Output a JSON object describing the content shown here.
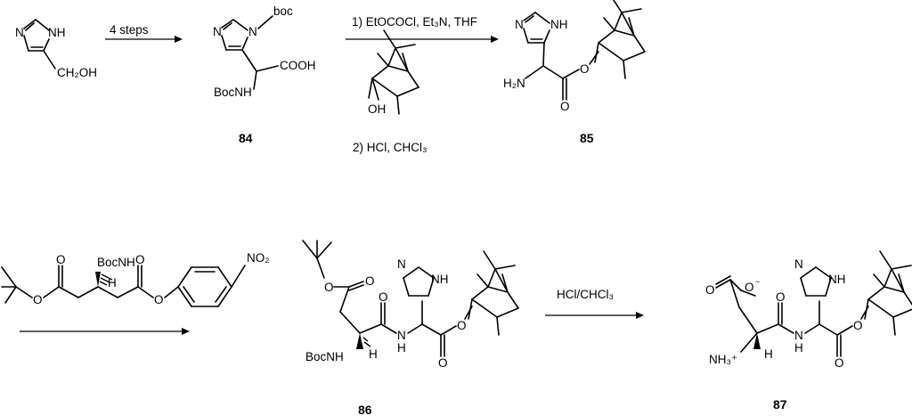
{
  "scheme": {
    "row1": {
      "start": {
        "nh": "NH",
        "n": "N",
        "oh": "CH₂OH"
      },
      "arrow1": {
        "label": "4 steps"
      },
      "compound84": {
        "label": "84",
        "n": "N",
        "n_boc": "N",
        "boc": "boc",
        "cooh": "COOH",
        "bocnh": "BocNH"
      },
      "arrow2": {
        "condition1": "1) EtOCOCl, Et₃N, THF",
        "reagent_oh": "OH",
        "condition2": "2) HCl, CHCl₃"
      },
      "compound85": {
        "label": "85",
        "n": "N",
        "nh": "NH",
        "h2n": "H₂N",
        "o_ester": "O",
        "o_carbonyl": "O"
      }
    },
    "row2": {
      "reagent": {
        "bocnh": "BocNH",
        "h": "H",
        "o1": "O",
        "o2": "O",
        "o3": "O",
        "o4": "O",
        "no2": "NO₂"
      },
      "compound86": {
        "label": "86",
        "o_tbu": "O",
        "o_carbonyl1": "O",
        "o_amide": "O",
        "nh_amide": "N",
        "h_amide": "H",
        "bocnh": "BocNH",
        "h": "H",
        "n": "N",
        "nh": "NH",
        "o_ester": "O",
        "o_carbonyl2": "O"
      },
      "arrow3": {
        "label": "HCl/CHCl₃"
      },
      "compound87": {
        "label": "87",
        "o_minus": "O",
        "charge_minus": "−",
        "o_carbonyl1": "O",
        "nh3": "NH₃⁺",
        "h": "H",
        "o_amide": "O",
        "nh_amide": "N",
        "h_amide": "H",
        "n": "N",
        "nh": "NH",
        "o_ester": "O",
        "o_carbonyl2": "O"
      }
    }
  }
}
